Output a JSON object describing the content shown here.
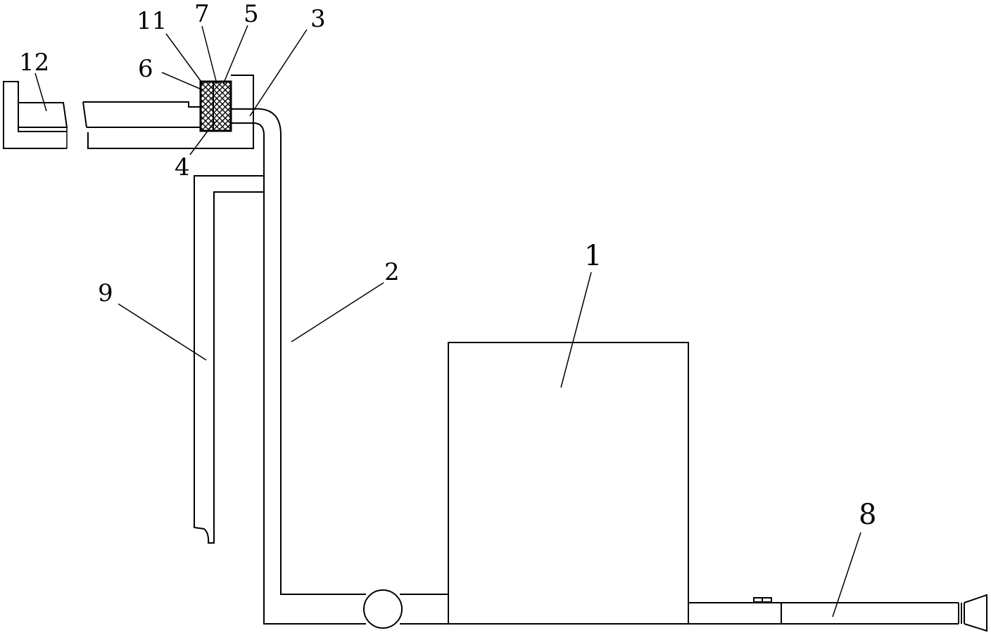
{
  "diagram": {
    "line_color": "#000000",
    "background": "#ffffff",
    "labels": {
      "l1": "1",
      "l2": "2",
      "l3": "3",
      "l4": "4",
      "l5": "5",
      "l6": "6",
      "l7": "7",
      "l8": "8",
      "l9": "9",
      "l11": "11",
      "l12": "12"
    }
  }
}
